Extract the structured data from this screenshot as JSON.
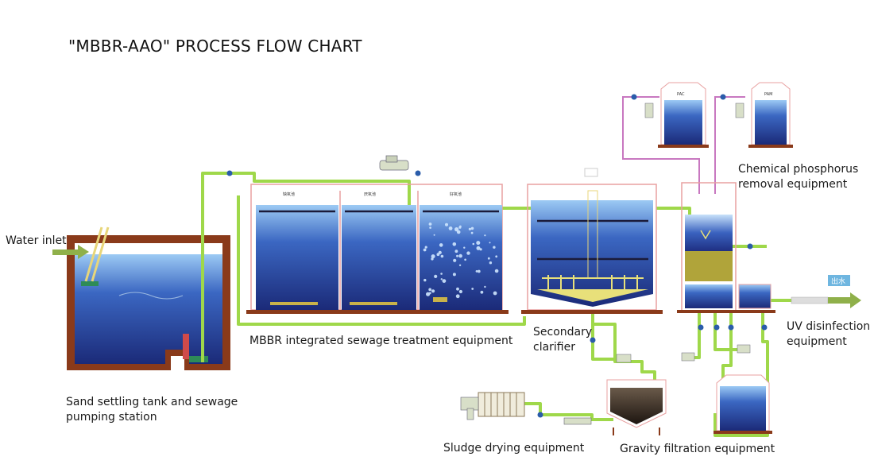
{
  "title": "\"MBBR-AAO\" PROCESS FLOW CHART",
  "labels": {
    "water_inlet": "Water inlet",
    "sand_tank": "Sand settling tank and sewage\npumping station",
    "mbbr": "MBBR integrated sewage treatment equipment",
    "clarifier": "Secondary\nclarifier",
    "phosphorus": "Chemical phosphorus\nremoval equipment",
    "uv": "UV disinfection\nequipment",
    "sludge_drying": "Sludge drying equipment",
    "gravity": "Gravity filtration equipment"
  },
  "outlet_tag": "出水",
  "colors": {
    "pipe": "#9fd84a",
    "water_top": "#8fc0f0",
    "water_bottom": "#1d2f7e",
    "frame": "#e8a0a0",
    "wall": "#8a3a1a"
  }
}
